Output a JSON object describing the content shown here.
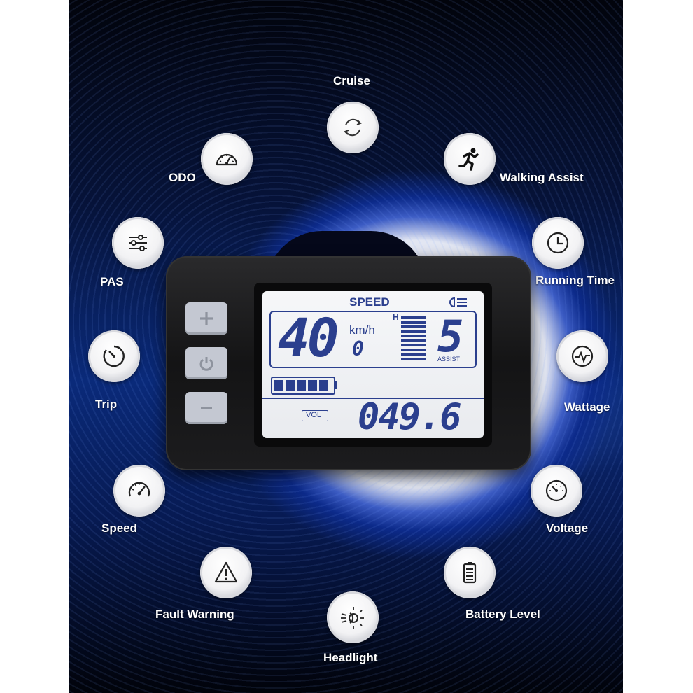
{
  "features": {
    "cruise": {
      "label": "Cruise",
      "icon": "cruise-icon"
    },
    "walking_assist": {
      "label": "Walking Assist",
      "icon": "running-person-icon"
    },
    "running_time": {
      "label": "Running Time",
      "icon": "clock-icon"
    },
    "wattage": {
      "label": "Wattage",
      "icon": "pulse-icon"
    },
    "voltage": {
      "label": "Voltage",
      "icon": "gauge-icon"
    },
    "battery_level": {
      "label": "Battery Level",
      "icon": "battery-icon"
    },
    "headlight": {
      "label": "Headlight",
      "icon": "headlight-icon"
    },
    "fault_warning": {
      "label": "Fault Warning",
      "icon": "warning-icon"
    },
    "speed": {
      "label": "Speed",
      "icon": "speedometer-icon"
    },
    "trip": {
      "label": "Trip",
      "icon": "stopwatch-icon"
    },
    "pas": {
      "label": "PAS",
      "icon": "sliders-icon"
    },
    "odo": {
      "label": "ODO",
      "icon": "odometer-icon"
    }
  },
  "display": {
    "speed_title": "SPEED",
    "speed_value": "40",
    "speed_unit": "km/h",
    "speed_decimal": "0",
    "level_marker": "H",
    "assist_level": "5",
    "assist_label": "ASSIST",
    "battery_bars": 5,
    "mode_label": "VOL",
    "mode_value": "049.6"
  },
  "buttons": {
    "plus": "plus-icon",
    "power": "power-icon",
    "minus": "minus-icon"
  }
}
